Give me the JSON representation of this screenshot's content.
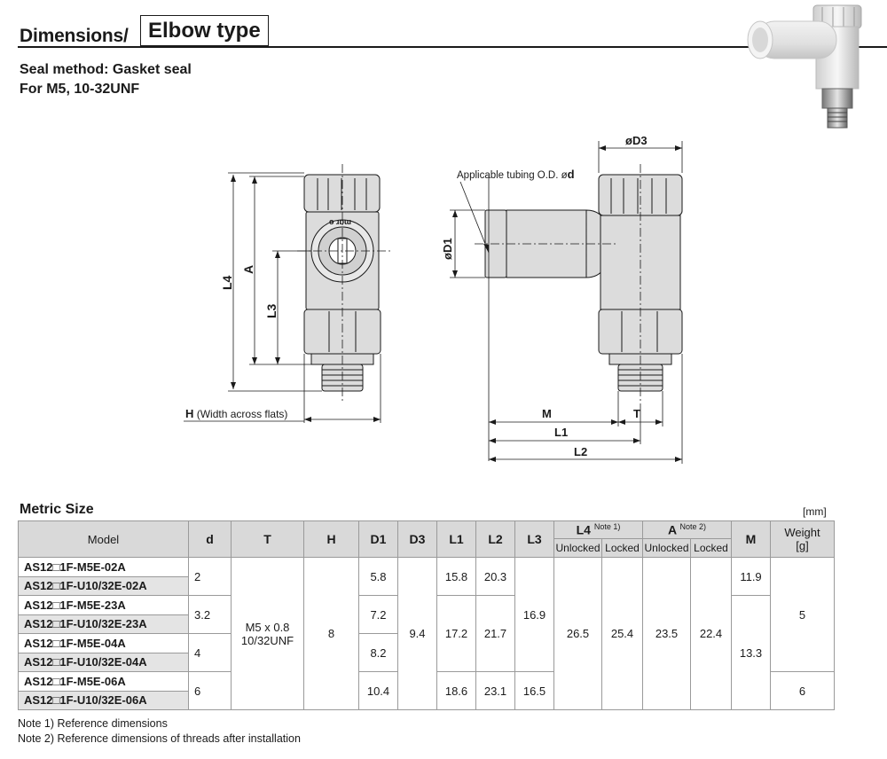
{
  "header": {
    "title": "Dimensions/",
    "type_label": "Elbow type",
    "seal_method": "Seal method: Gasket seal",
    "for_line": "For M5, 10-32UNF"
  },
  "drawing": {
    "labels": {
      "L4": "L4",
      "A": "A",
      "L3": "L3",
      "H": "H",
      "H_desc": " (Width across flats)",
      "D3": "øD3",
      "tubing": "Applicable tubing O.D. ø",
      "tubing_d": "d",
      "D1": "øD1",
      "M": "M",
      "T": "T",
      "L1": "L1",
      "L2": "L2",
      "port_text": "ɵ ɹɒɯ"
    }
  },
  "section": {
    "title": "Metric Size",
    "unit": "[mm]"
  },
  "table": {
    "headers": {
      "model": "Model",
      "d": "d",
      "T": "T",
      "H": "H",
      "D1": "D1",
      "D3": "D3",
      "L1": "L1",
      "L2": "L2",
      "L3": "L3",
      "L4": "L4",
      "L4_note": "Note 1)",
      "A": "A",
      "A_note": "Note 2)",
      "M": "M",
      "weight": "Weight",
      "weight_unit": "[g]",
      "unlocked": "Unlocked",
      "locked": "Locked"
    },
    "models": [
      "AS12□1F-M5E-02A",
      "AS12□1F-U10/32E-02A",
      "AS12□1F-M5E-23A",
      "AS12□1F-U10/32E-23A",
      "AS12□1F-M5E-04A",
      "AS12□1F-U10/32E-04A",
      "AS12□1F-M5E-06A",
      "AS12□1F-U10/32E-06A"
    ],
    "d_values": [
      "2",
      "3.2",
      "4",
      "6"
    ],
    "T_value_1": "M5 x 0.8",
    "T_value_2": "10/32UNF",
    "H_value": "8",
    "D1_values": [
      "5.8",
      "7.2",
      "8.2",
      "10.4"
    ],
    "D3_value": "9.4",
    "L1_values": [
      "15.8",
      "17.2",
      "18.6"
    ],
    "L2_values": [
      "20.3",
      "21.7",
      "23.1"
    ],
    "L3_values": [
      "16.9",
      "16.5"
    ],
    "L4_unlocked": "26.5",
    "L4_locked": "25.4",
    "A_unlocked": "23.5",
    "A_locked": "22.4",
    "M_values": [
      "11.9",
      "13.3"
    ],
    "weight_values": [
      "5",
      "6"
    ]
  },
  "notes": {
    "note1": "Note 1) Reference dimensions",
    "note2": "Note 2) Reference dimensions of threads after installation"
  },
  "colors": {
    "header_fill": "#d9d9d9",
    "model_alt_fill": "#e4e4e4",
    "line": "#1a1a1a",
    "part_fill": "#dcdcdc"
  }
}
